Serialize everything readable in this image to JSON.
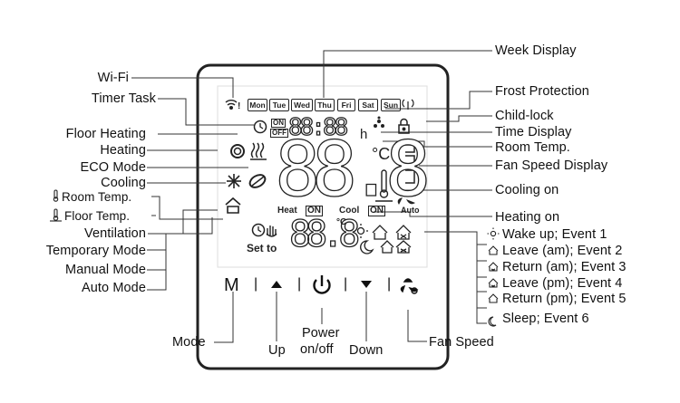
{
  "left_labels": {
    "wifi": "Wi-Fi",
    "timer_task": "Timer Task",
    "floor_heating": "Floor Heating",
    "heating": "Heating",
    "eco_mode": "ECO Mode",
    "cooling": "Cooling",
    "room_temp": "Room Temp.",
    "floor_temp": "Floor Temp.",
    "ventilation": "Ventilation",
    "temporary_mode": "Temporary Mode",
    "manual_mode": "Manual Mode",
    "auto_mode": "Auto Mode"
  },
  "right_labels": {
    "week_display": "Week Display",
    "frost_protection": "Frost Protection",
    "child_lock": "Child-lock",
    "time_display": "Time Display",
    "room_temp": "Room Temp.",
    "fan_speed_display": "Fan Speed Display",
    "cooling_on": "Cooling on",
    "heating_on": "Heating on"
  },
  "events": [
    {
      "icon": "sun-icon",
      "text": "Wake up; Event 1"
    },
    {
      "icon": "house-icon",
      "text": "Leave (am); Event 2"
    },
    {
      "icon": "house-return-icon",
      "text": "Return (am); Event 3"
    },
    {
      "icon": "house-return-icon",
      "text": "Leave (pm); Event 4"
    },
    {
      "icon": "house-icon",
      "text": "Return (pm); Event 5"
    },
    {
      "icon": "moon-icon",
      "text": "Sleep; Event 6"
    }
  ],
  "bottom_labels": {
    "mode": "Mode",
    "up": "Up",
    "power_line1": "Power",
    "power_line2": "on/off",
    "down": "Down",
    "fan_speed": "Fan Speed"
  },
  "display": {
    "days": [
      "Mon",
      "Tue",
      "Wed",
      "Thu",
      "Fri",
      "Sat",
      "Sun"
    ],
    "on_label": "ON",
    "off_label": "OFF",
    "time_digits": "88:88",
    "time_unit": "h",
    "main_digits": "88.8",
    "main_unit": "°C",
    "set_digits": "88.8",
    "set_unit": "°C",
    "heat_label": "Heat",
    "heat_on": "ON",
    "cool_label": "Cool",
    "cool_on": "ON",
    "auto_label": "Auto",
    "set_to_label": "Set to"
  },
  "buttons": {
    "mode_glyph": "M",
    "sep": "|"
  }
}
